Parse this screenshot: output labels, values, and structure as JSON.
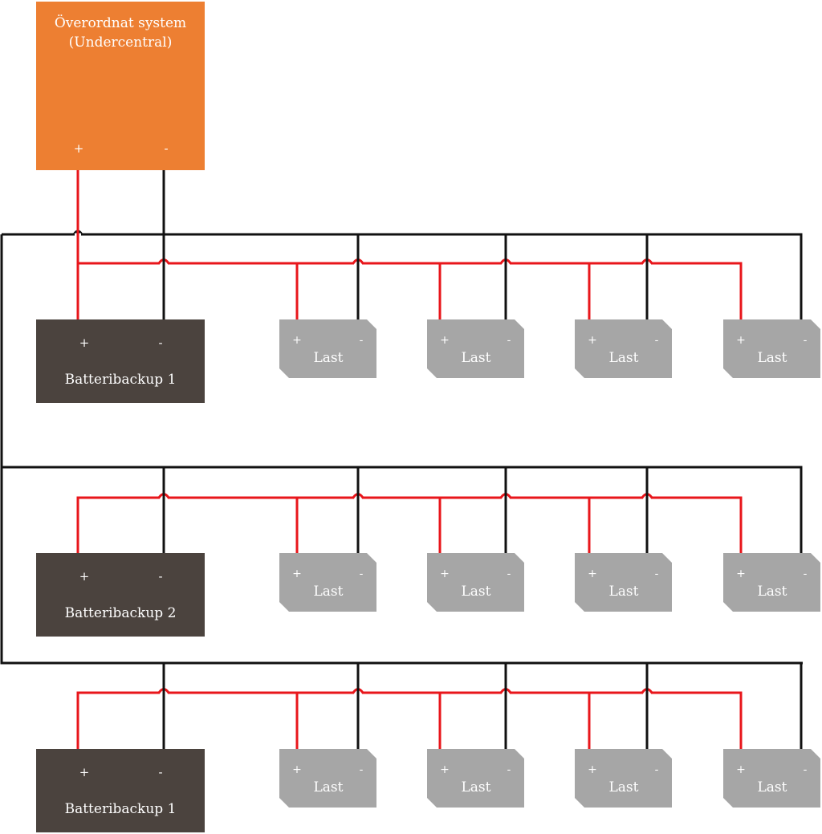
{
  "central": {
    "title_line1": "Överordnat system",
    "title_line2": "(Undercentral)",
    "plus": "+",
    "minus": "-"
  },
  "batteries": [
    {
      "label": "Batteribackup 1",
      "plus": "+",
      "minus": "-"
    },
    {
      "label": "Batteribackup 2",
      "plus": "+",
      "minus": "-"
    },
    {
      "label": "Batteribackup 1",
      "plus": "+",
      "minus": "-"
    }
  ],
  "load": {
    "label": "Last",
    "plus": "+",
    "minus": "-"
  },
  "colors": {
    "central_fill": "#ED7F32",
    "battery_fill": "#4B433E",
    "load_fill": "#A6A6A6",
    "positive_wire": "#E8161B",
    "negative_wire": "#111111",
    "label_text": "#FFFFFF"
  }
}
